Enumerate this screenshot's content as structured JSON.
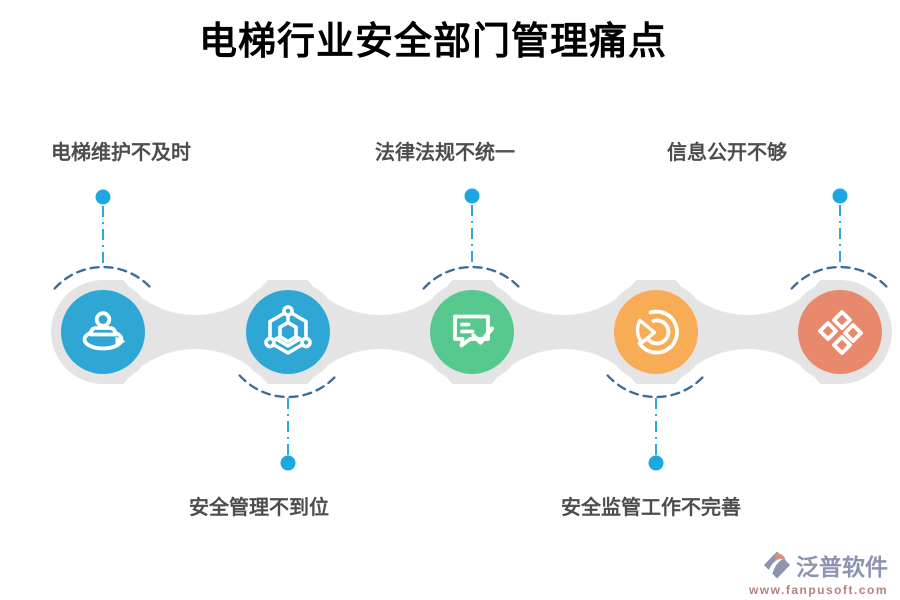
{
  "title": "电梯行业安全部门管理痛点",
  "items": [
    {
      "label": "电梯维护不及时",
      "label_position": "top",
      "circle_color": "#2ea7d5",
      "icon": "person-360-icon"
    },
    {
      "label": "安全管理不到位",
      "label_position": "bottom",
      "circle_color": "#2ea7d5",
      "icon": "network-hexagon-icon"
    },
    {
      "label": "法律法规不统一",
      "label_position": "top",
      "circle_color": "#57c88d",
      "icon": "message-check-icon"
    },
    {
      "label": "安全监管工作不完善",
      "label_position": "bottom",
      "circle_color": "#f7ac55",
      "icon": "pie-chart-icon"
    },
    {
      "label": "信息公开不够",
      "label_position": "top",
      "circle_color": "#e8886c",
      "icon": "four-diamonds-icon"
    }
  ],
  "colors": {
    "connector_gray": "#e4e4e4",
    "dashed_arc": "#3f6d99",
    "dash_line": "#29abe2",
    "dot": "#1ca7e2",
    "icon_stroke": "#ffffff",
    "label_text": "#4d4d4d",
    "title_text": "#000000"
  },
  "footer": {
    "brand": "泛普软件",
    "url": "www.fanpusoft.com",
    "brand_color": "#8e93b0",
    "url_color": "#b2837c",
    "mark_main_color": "#8e93b0",
    "mark_accent_color": "#d8917e"
  }
}
